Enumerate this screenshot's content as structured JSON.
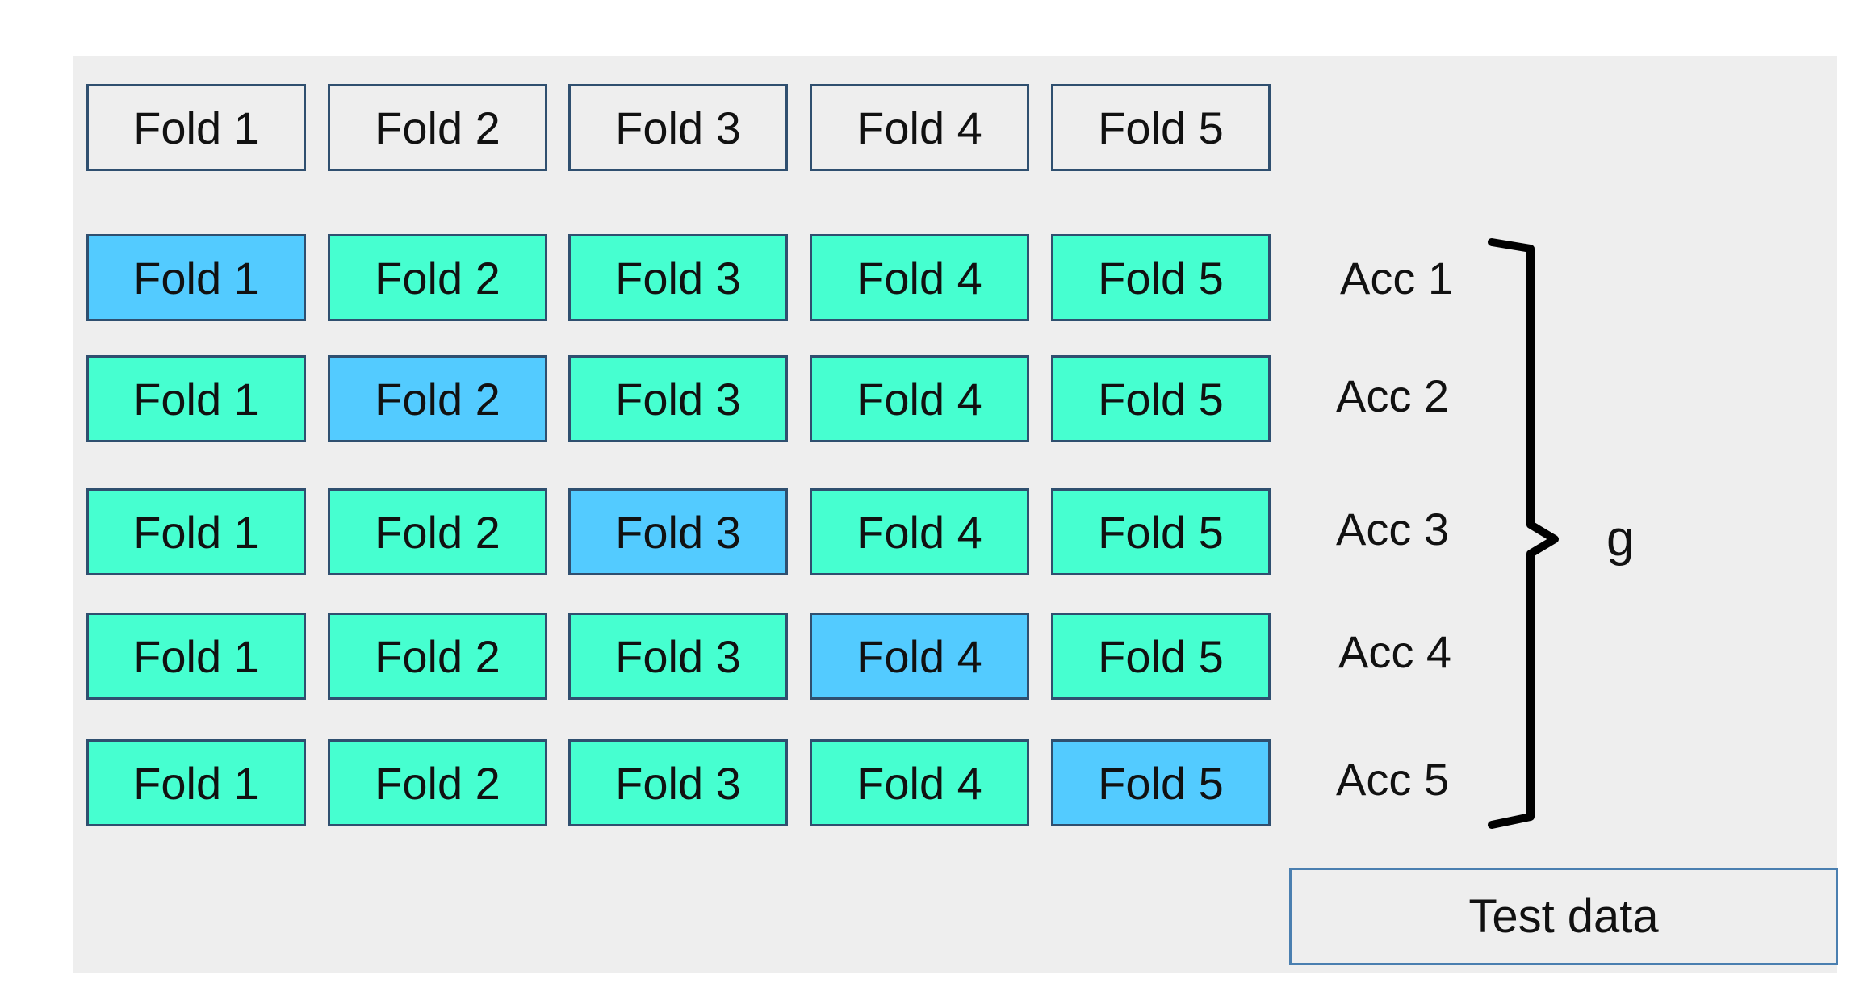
{
  "colors": {
    "header_fill": "#eeeeee",
    "train_fill": "#46ffd0",
    "validation_fill": "#53cbff",
    "test_fill": "#ffc78e"
  },
  "header_row": [
    "Fold 1",
    "Fold 2",
    "Fold 3",
    "Fold 4",
    "Fold 5"
  ],
  "rows": [
    {
      "folds": [
        "Fold 1",
        "Fold 2",
        "Fold 3",
        "Fold 4",
        "Fold 5"
      ],
      "validation_index": 0,
      "acc": "Acc 1"
    },
    {
      "folds": [
        "Fold 1",
        "Fold 2",
        "Fold 3",
        "Fold 4",
        "Fold 5"
      ],
      "validation_index": 1,
      "acc": "Acc 2"
    },
    {
      "folds": [
        "Fold 1",
        "Fold 2",
        "Fold 3",
        "Fold 4",
        "Fold 5"
      ],
      "validation_index": 2,
      "acc": "Acc 3"
    },
    {
      "folds": [
        "Fold 1",
        "Fold 2",
        "Fold 3",
        "Fold 4",
        "Fold 5"
      ],
      "validation_index": 3,
      "acc": "Acc 4"
    },
    {
      "folds": [
        "Fold 1",
        "Fold 2",
        "Fold 3",
        "Fold 4",
        "Fold 5"
      ],
      "validation_index": 4,
      "acc": "Acc 5"
    }
  ],
  "aggregate_label": "g",
  "test_label": "Test data"
}
